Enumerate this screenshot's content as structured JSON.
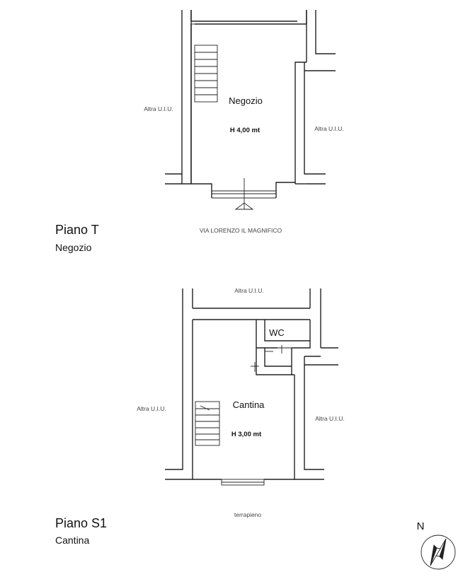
{
  "ground_floor": {
    "title": "Piano T",
    "subtitle": "Negozio",
    "room_name": "Negozio",
    "room_height": "H 4,00 mt",
    "left_neighbor": "Altra U.I.U.",
    "right_neighbor": "Altra U.I.U.",
    "street": "VIA LORENZO IL MAGNIFICO"
  },
  "basement": {
    "title": "Piano S1",
    "subtitle": "Cantina",
    "room_name": "Cantina",
    "room_height": "H 3,00 mt",
    "wc_label": "WC",
    "top_neighbor": "Altra U.I.U.",
    "left_neighbor": "Altra U.I.U.",
    "right_neighbor": "Altra U.I.U.",
    "bottom_label": "terrapieno"
  },
  "compass": {
    "label": "N"
  }
}
